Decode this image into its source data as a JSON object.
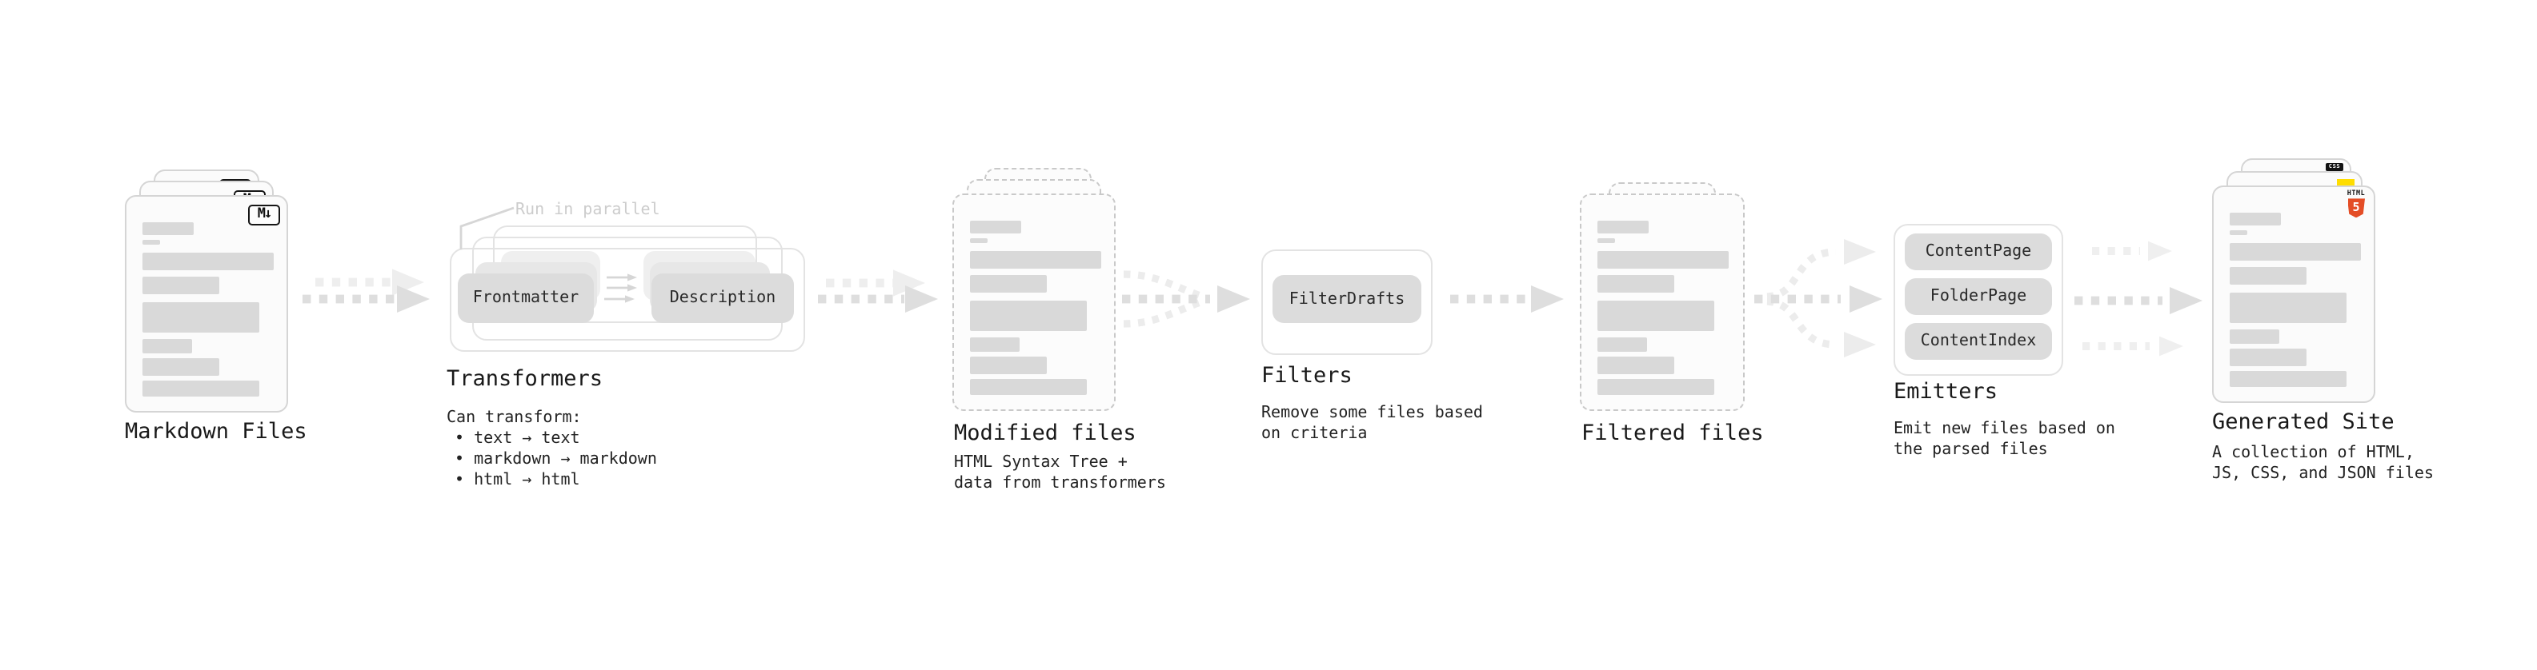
{
  "stages": {
    "markdown": {
      "label": "Markdown Files",
      "badge": "M↓"
    },
    "transformers": {
      "heading": "Transformers",
      "note": "Run in parallel",
      "input_box": "Frontmatter",
      "output_box": "Description",
      "desc_title": "Can transform:",
      "bullets": [
        "• text → text",
        "• markdown → markdown",
        "• html → html"
      ]
    },
    "modified": {
      "label": "Modified files",
      "desc": [
        "HTML Syntax Tree +",
        "data from transformers"
      ]
    },
    "filters": {
      "heading": "Filters",
      "box": "FilterDrafts",
      "desc": [
        "Remove some files based",
        "on criteria"
      ]
    },
    "filtered": {
      "label": "Filtered files"
    },
    "emitters": {
      "heading": "Emitters",
      "boxes": [
        "ContentPage",
        "FolderPage",
        "ContentIndex"
      ],
      "desc": [
        "Emit new files based on",
        "the parsed files"
      ]
    },
    "generated": {
      "label": "Generated Site",
      "badge_css": "CSS",
      "badge_html_word": "HTML",
      "badge_html_number": "5",
      "desc": [
        "A collection of HTML,",
        "JS, CSS, and JSON files"
      ]
    }
  },
  "colors": {
    "html5_orange": "#e44d26",
    "js_yellow": "#ffdd00",
    "css_blue": "#2962ff",
    "bar_gray": "#d9d9d9",
    "arrow_gray": "#dedede"
  }
}
